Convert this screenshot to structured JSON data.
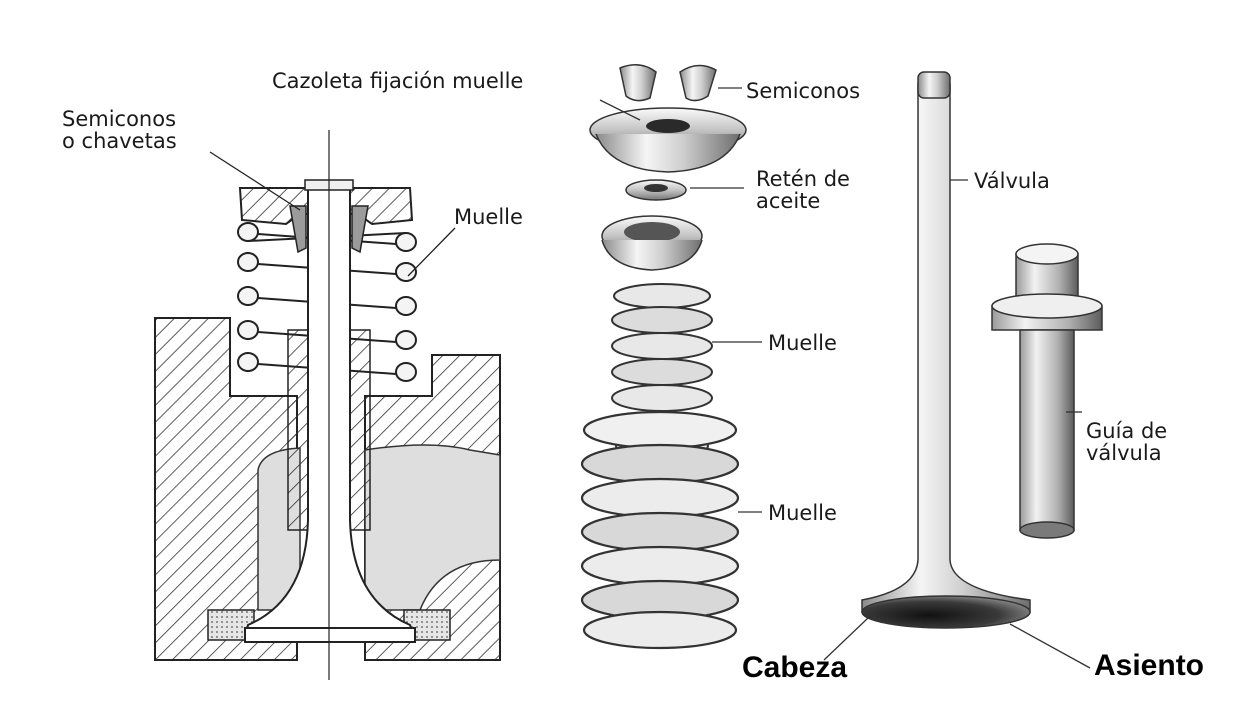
{
  "labels": {
    "semiconos_chavetas_line1": "Semiconos",
    "semiconos_chavetas_line2": "o chavetas",
    "cazoleta": "Cazoleta fijación muelle",
    "semiconos": "Semiconos",
    "muelle_section": "Muelle",
    "reten_line1": "Retén de",
    "reten_line2": "aceite",
    "muelle_upper": "Muelle",
    "muelle_lower": "Muelle",
    "valvula": "Válvula",
    "guia_line1": "Guía de",
    "guia_line2": "válvula",
    "cabeza": "Cabeza",
    "asiento": "Asiento"
  },
  "colors": {
    "ink": "#1a1a1a",
    "metal_light": "#f2f2f2",
    "metal_mid": "#bdbdbd",
    "metal_dark": "#5a5a5a",
    "section_fill": "#d9d9d9",
    "hatch": "#333333"
  }
}
